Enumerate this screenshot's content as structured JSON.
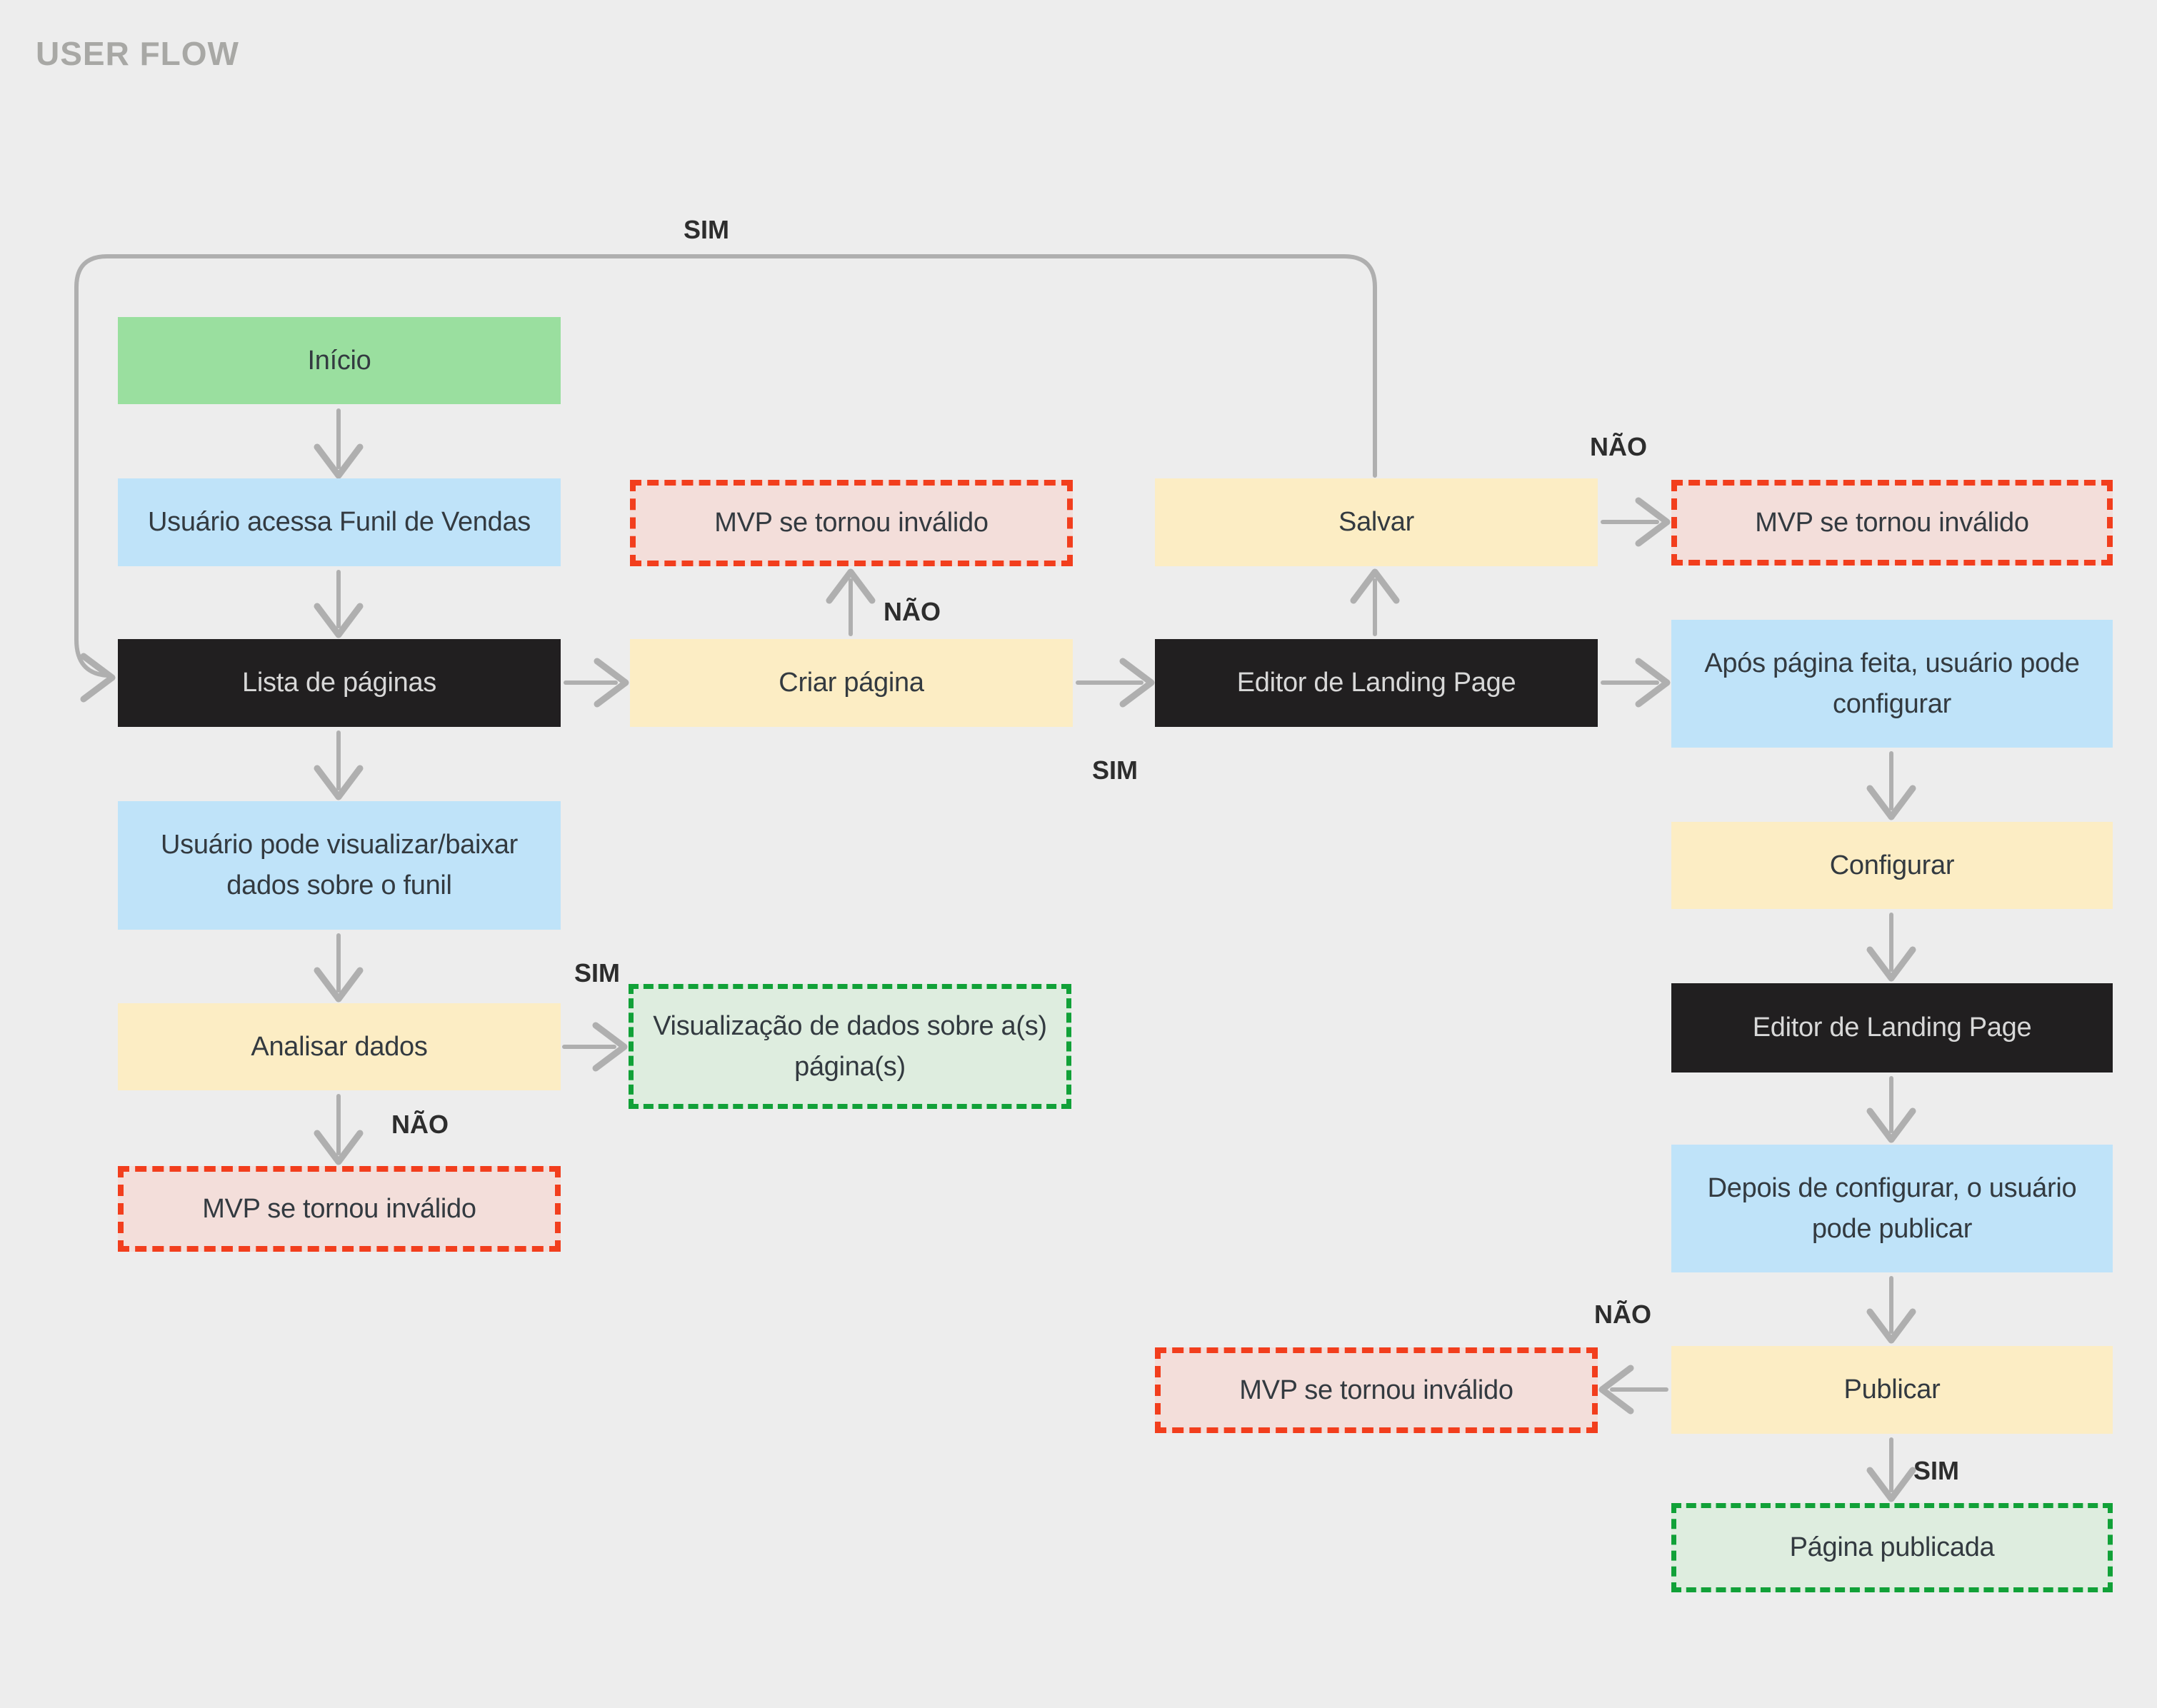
{
  "title": "USER FLOW",
  "colors": {
    "background": "#EDEDED",
    "start_green": "#9ADF9F",
    "info_blue": "#BFE3F9",
    "screen_black": "#211F20",
    "action_yellow": "#FCEDC4",
    "invalid_border_red": "#F23E1D",
    "invalid_fill_pink": "#F3DEDA",
    "success_border_green": "#11A138",
    "success_fill_green": "#DEEDDF",
    "arrow_gray": "#AFAFAF"
  },
  "nodes": [
    {
      "id": "inicio",
      "kind": "start",
      "label": "Início"
    },
    {
      "id": "usuario-acessa-funil",
      "kind": "info",
      "label": "Usuário acessa Funil de Vendas"
    },
    {
      "id": "lista-de-paginas",
      "kind": "screen",
      "label": "Lista de páginas"
    },
    {
      "id": "usuario-pode-visualizar",
      "kind": "info",
      "label": "Usuário pode visualizar/baixar\ndados sobre o funil"
    },
    {
      "id": "analisar-dados",
      "kind": "action",
      "label": "Analisar dados"
    },
    {
      "id": "mvp-invalido-analisar",
      "kind": "invalid",
      "label": "MVP se tornou inválido"
    },
    {
      "id": "visualizacao-de-dados",
      "kind": "success",
      "label": "Visualização de dados sobre a(s)\npágina(s)"
    },
    {
      "id": "mvp-invalido-criar",
      "kind": "invalid",
      "label": "MVP se tornou inválido"
    },
    {
      "id": "criar-pagina",
      "kind": "action",
      "label": "Criar página"
    },
    {
      "id": "salvar",
      "kind": "action",
      "label": "Salvar"
    },
    {
      "id": "editor-landing-page-1",
      "kind": "screen",
      "label": "Editor de Landing Page"
    },
    {
      "id": "mvp-invalido-salvar",
      "kind": "invalid",
      "label": "MVP se tornou inválido"
    },
    {
      "id": "apos-pagina-feita",
      "kind": "info",
      "label": "Após página feita, usuário pode\nconfigurar"
    },
    {
      "id": "configurar",
      "kind": "action",
      "label": "Configurar"
    },
    {
      "id": "editor-landing-page-2",
      "kind": "screen",
      "label": "Editor de Landing Page"
    },
    {
      "id": "depois-de-configurar",
      "kind": "info",
      "label": "Depois de configurar, o usuário\npode publicar"
    },
    {
      "id": "publicar",
      "kind": "action",
      "label": "Publicar"
    },
    {
      "id": "mvp-invalido-publicar",
      "kind": "invalid",
      "label": "MVP se tornou inválido"
    },
    {
      "id": "pagina-publicada",
      "kind": "success",
      "label": "Página publicada"
    }
  ],
  "edge_labels": {
    "sim_loop": "SIM",
    "nao_criar": "NÃO",
    "sim_criar": "SIM",
    "nao_salvar": "NÃO",
    "sim_analisar": "SIM",
    "nao_analisar": "NÃO",
    "nao_publicar": "NÃO",
    "sim_publicar": "SIM"
  }
}
